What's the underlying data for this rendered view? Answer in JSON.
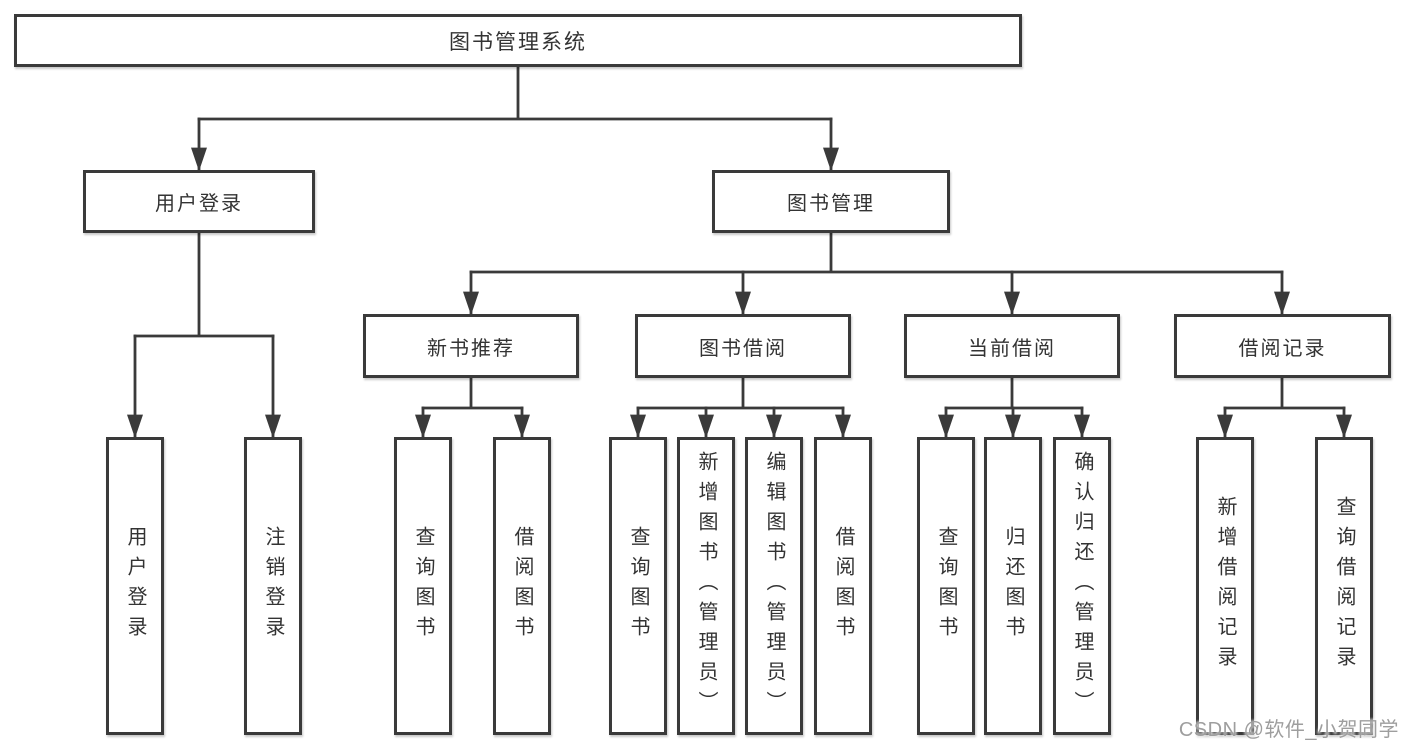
{
  "page": {
    "watermark": "CSDN @软件_小贺同学"
  },
  "diagram": {
    "type": "hierarchy-tree",
    "root": {
      "label": "图书管理系统",
      "children": [
        {
          "label": "用户登录",
          "children": [
            {
              "label": "用户登录"
            },
            {
              "label": "注销登录"
            }
          ]
        },
        {
          "label": "图书管理",
          "children": [
            {
              "label": "新书推荐",
              "children": [
                {
                  "label": "查询图书"
                },
                {
                  "label": "借阅图书"
                }
              ]
            },
            {
              "label": "图书借阅",
              "children": [
                {
                  "label": "查询图书"
                },
                {
                  "label": "新增图书（管理员）"
                },
                {
                  "label": "编辑图书（管理员）"
                },
                {
                  "label": "借阅图书"
                }
              ]
            },
            {
              "label": "当前借阅",
              "children": [
                {
                  "label": "查询图书"
                },
                {
                  "label": "归还图书"
                },
                {
                  "label": "确认归还（管理员）"
                }
              ]
            },
            {
              "label": "借阅记录",
              "children": [
                {
                  "label": "新增借阅记录"
                },
                {
                  "label": "查询借阅记录"
                }
              ]
            }
          ]
        }
      ]
    },
    "colors": {
      "line": "#3a3a3a",
      "border": "#3a3a3a",
      "text": "#333333",
      "watermark": "#9e9e9e",
      "background": "#ffffff"
    }
  }
}
